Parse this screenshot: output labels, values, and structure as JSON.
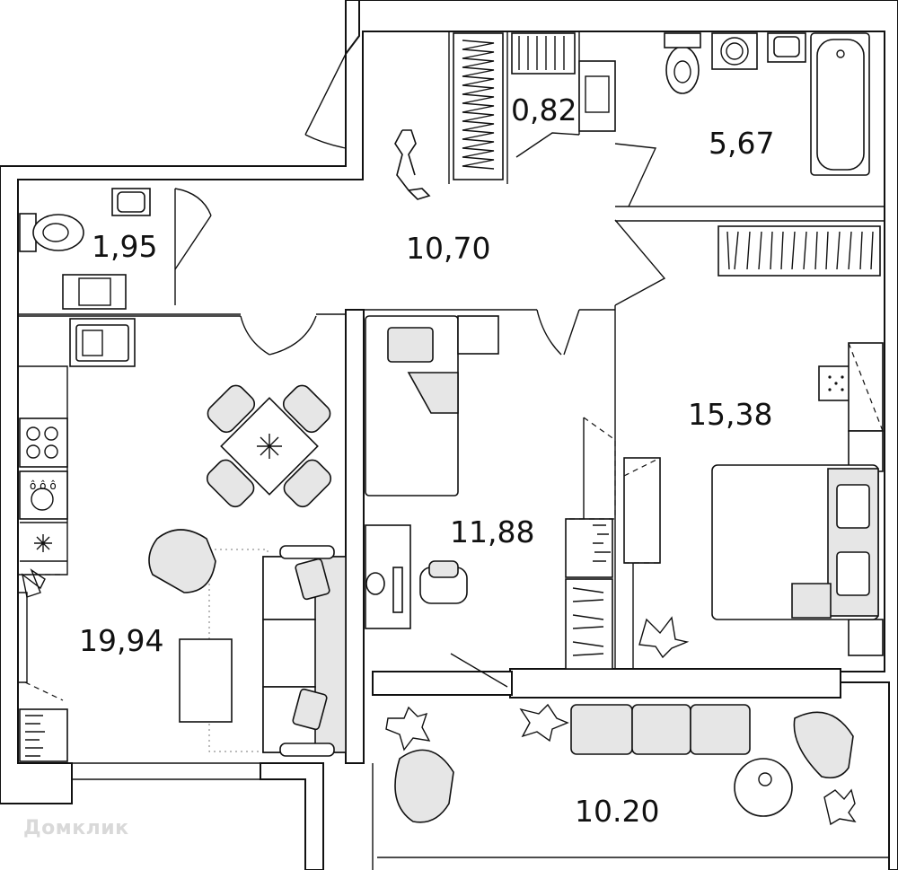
{
  "rooms": [
    {
      "id": "closet",
      "area": "0,82"
    },
    {
      "id": "bathroom",
      "area": "5,67"
    },
    {
      "id": "toilet",
      "area": "1,95"
    },
    {
      "id": "hallway",
      "area": "10,70"
    },
    {
      "id": "bedroom",
      "area": "15,38"
    },
    {
      "id": "childroom",
      "area": "11,88"
    },
    {
      "id": "kitchen_living",
      "area": "19,94"
    },
    {
      "id": "balcony",
      "area": "10.20"
    }
  ],
  "watermark": "Домклик"
}
